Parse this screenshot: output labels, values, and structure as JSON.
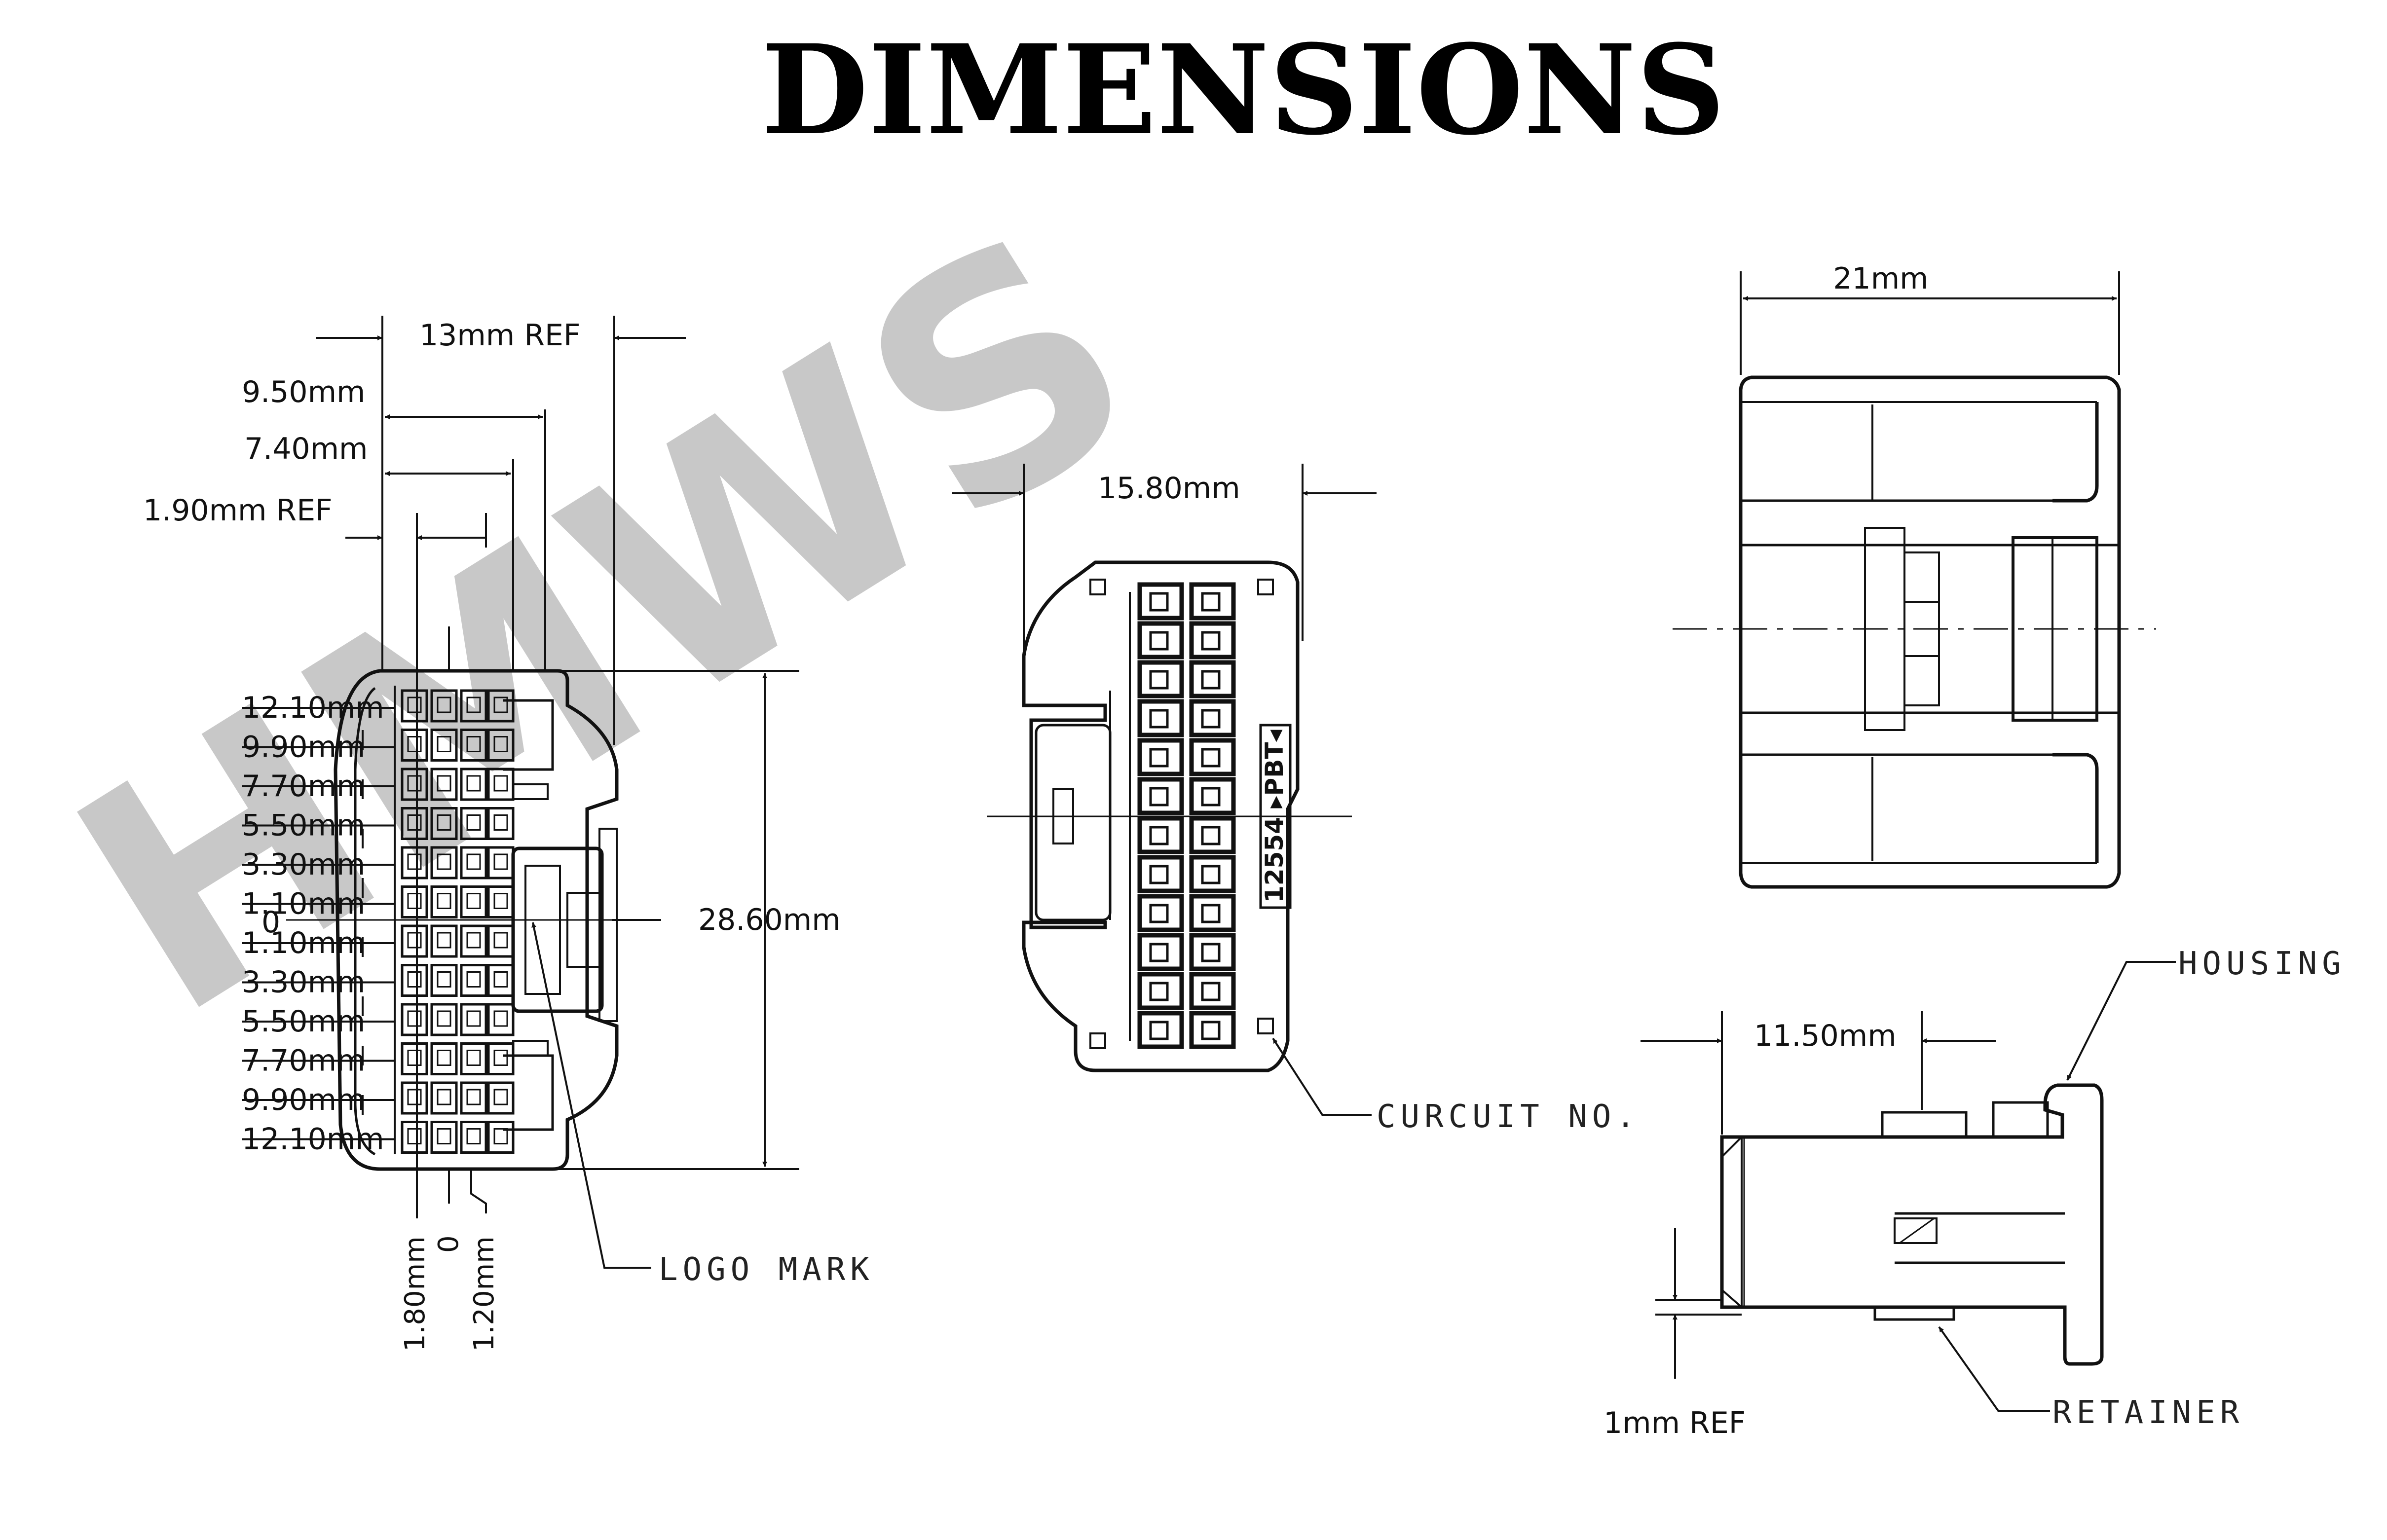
{
  "title": "DIMENSIONS",
  "watermark": "HMWS",
  "colors": {
    "line": "#111111",
    "watermark": "#c8c8c8",
    "background": "#ffffff"
  },
  "front_view": {
    "dims": {
      "overall_ref": "13mm REF",
      "d950": "9.50mm",
      "d740": "7.40mm",
      "d190": "1.90mm REF",
      "height": "28.60mm"
    },
    "row_labels": [
      "12.10mm",
      "9.90mm",
      "7.70mm",
      "5.50mm",
      "3.30mm",
      "1.10mm",
      "1.10mm",
      "3.30mm",
      "5.50mm",
      "7.70mm",
      "9.90mm",
      "12.10mm"
    ],
    "zero_label": "0",
    "bottom_labels": {
      "left": "1.80mm",
      "middle": "0",
      "right": "1.20mm"
    },
    "logo_callout": "LOGO MARK"
  },
  "mating_view": {
    "width": "15.80mm",
    "part_marking": "12554 ▸PBT◂",
    "circuit_callout": "CURCUIT NO."
  },
  "top_view": {
    "width": "21mm"
  },
  "side_view": {
    "width": "11.50mm",
    "ref": "1mm REF",
    "housing_callout": "HOUSING",
    "retainer_callout": "RETAINER"
  }
}
